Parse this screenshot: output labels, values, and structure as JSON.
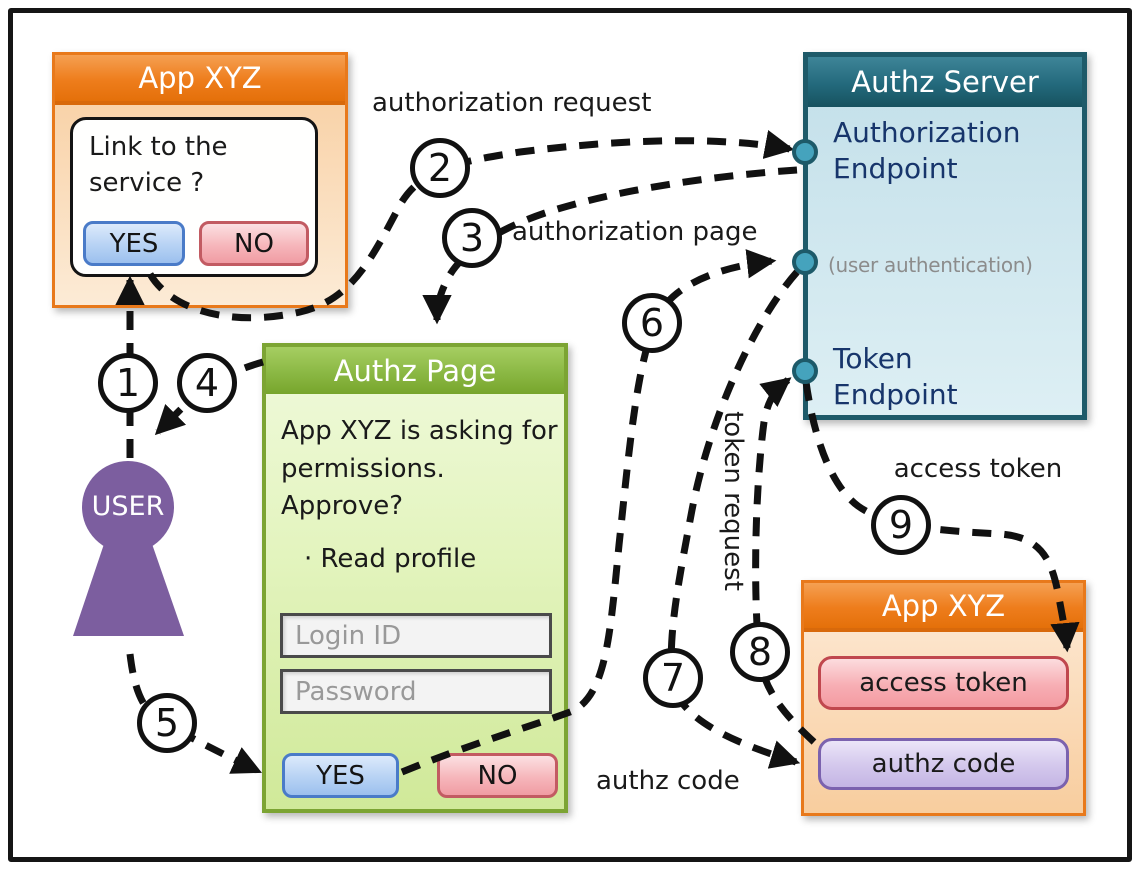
{
  "app_window": {
    "title": "App XYZ",
    "dialog_message": "Link to the service ?",
    "yes": "YES",
    "no": "NO"
  },
  "authz_server": {
    "title": "Authz Server",
    "authorization_endpoint": "Authorization Endpoint",
    "user_authentication": "(user authentication)",
    "token_endpoint": "Token Endpoint"
  },
  "authz_page": {
    "title": "Authz Page",
    "message": "App XYZ is asking for permissions. Approve?",
    "scope": "· Read profile",
    "login_placeholder": "Login ID",
    "password_placeholder": "Password",
    "yes": "YES",
    "no": "NO"
  },
  "app_result": {
    "title": "App XYZ",
    "access_token": "access token",
    "authz_code": "authz code"
  },
  "user_label": "USER",
  "steps": [
    "1",
    "2",
    "3",
    "4",
    "5",
    "6",
    "7",
    "8",
    "9"
  ],
  "flow_labels": {
    "authorization_request": "authorization request",
    "authorization_page": "authorization page",
    "token_request": "token request",
    "access_token": "access token",
    "authz_code": "authz code"
  },
  "colors": {
    "orange_header": "#EE7D1C",
    "teal_header": "#23697C",
    "green_header": "#8BB844",
    "navy_text": "#17356B",
    "gray_text": "#8C8C8C",
    "purple_user": "#7C5E9F",
    "port_fill": "#45A3BD",
    "yes_button_blue": "#B7D2F4",
    "no_button_pink": "#F6B6BB",
    "access_token_pink": "#F7AEB4",
    "authz_code_purple": "#D3C7EC",
    "arrow_black": "#111111"
  }
}
